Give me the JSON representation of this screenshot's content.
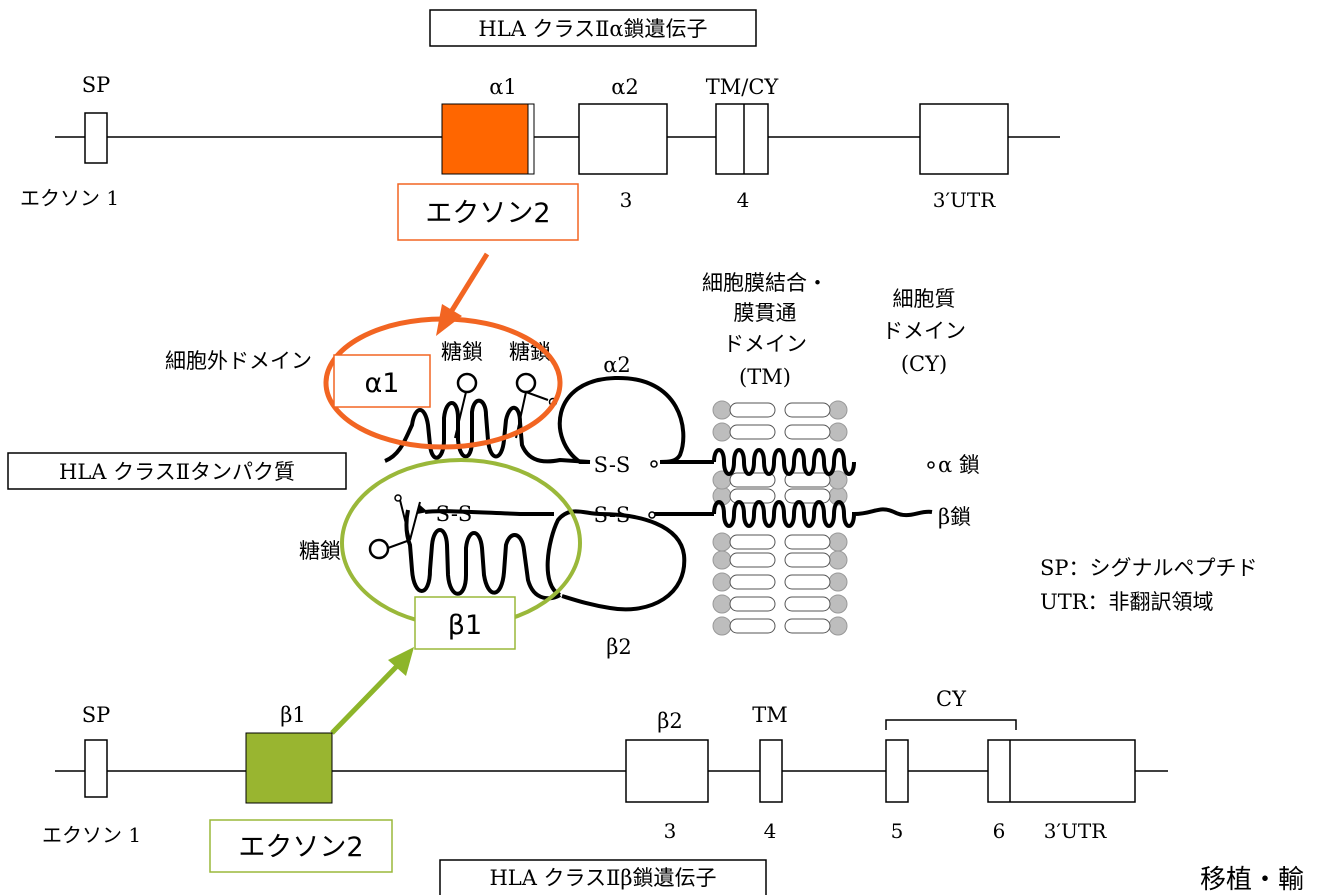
{
  "alpha_gene": {
    "title": "HLA クラスⅡα鎖遺伝子",
    "labels": {
      "sp": "SP",
      "a1": "α1",
      "a2": "α2",
      "tmcy": "TM/CY"
    },
    "exon_numbers": {
      "e1": "エクソン 1",
      "e3": "3",
      "e4": "4",
      "utr": "3′UTR"
    },
    "callout": "エクソン2"
  },
  "protein": {
    "title": "HLA クラスⅡタンパク質",
    "extracellular": "細胞外ドメイン",
    "sugar_a": "糖鎖",
    "sugar_b": "糖鎖",
    "sugar_c": "糖鎖",
    "a2": "α2",
    "b2": "β2",
    "tm_line1": "細胞膜結合・",
    "tm_line2": "膜貫通",
    "tm_line3": "ドメイン",
    "tm_line4": "(TM)",
    "cy_line1": "細胞質",
    "cy_line2": "ドメイン",
    "cy_line3": "(CY)",
    "ss_1": "S-S",
    "ss_2": "S-S",
    "ss_3": "S-S",
    "alpha_chain": "α 鎖",
    "beta_chain": "β鎖",
    "callout_a1": "α1",
    "callout_b1": "β1"
  },
  "legend": {
    "sp": "SP：シグナルペプチド",
    "utr": "UTR：非翻訳領域"
  },
  "beta_gene": {
    "title": "HLA クラスⅡβ鎖遺伝子",
    "labels": {
      "sp": "SP",
      "b1": "β1",
      "b2": "β2",
      "tm": "TM",
      "cy": "CY"
    },
    "exon_numbers": {
      "e1": "エクソン 1",
      "e3": "3",
      "e4": "4",
      "e5": "5",
      "e6": "6",
      "utr": "3′UTR"
    },
    "callout": "エクソン2"
  },
  "footer": "移植・輸",
  "colors": {
    "alpha_exon2": "#ff6600",
    "beta_exon2": "#99b530",
    "alpha_circle": "#f26522",
    "beta_circle": "#9ab83a",
    "beta_arrow": "#8db52a"
  }
}
